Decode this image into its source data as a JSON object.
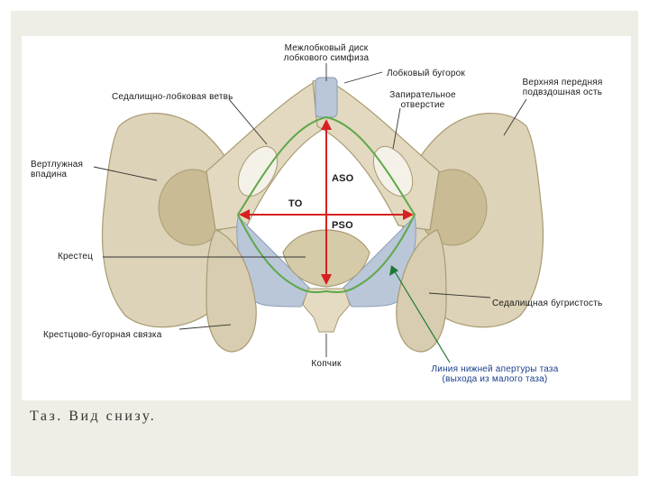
{
  "colors": {
    "bone": "#ddd3b8",
    "bone_shadow": "#b7aa86",
    "ligament": "#b9c7d9",
    "outlet_line": "#5fa84a",
    "measure_arrow": "#d62020",
    "pointer_green": "#1d7a33",
    "slide_bg": "#eeeee6"
  },
  "labels": {
    "symphysis_disc": [
      "Межлобковый диск",
      "лобкового симфиза"
    ],
    "pubic_tubercle": "Лобковый бугорок",
    "ischiopubic_ramus": "Седалищно-лобковая ветвь",
    "obturator_foramen": [
      "Запирательное",
      "отверстие"
    ],
    "asis": [
      "Верхняя передняя",
      "подвздошная ость"
    ],
    "acetabulum": [
      "Вертлужная",
      "впадина"
    ],
    "sacrum": "Крестец",
    "ischial_tuberosity": "Седалищная бугристость",
    "sacrotuberous_ligament": "Крестцово-бугорная связка",
    "coccyx": "Копчик",
    "outlet_line": [
      "Линия нижней апертуры таза",
      "(выхода из малого таза)"
    ]
  },
  "measurements": {
    "aso": "ASO",
    "to": "TO",
    "pso": "PSO"
  },
  "caption": "Таз. Вид снизу."
}
